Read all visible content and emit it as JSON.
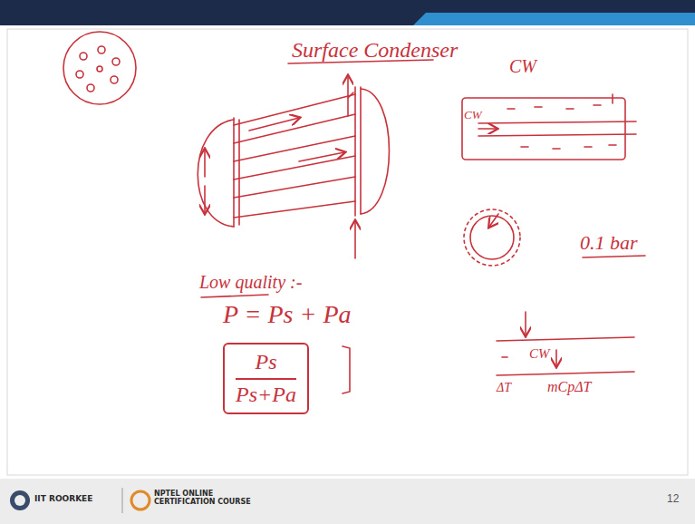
{
  "diagram": {
    "title": "Surface Condenser",
    "nodes": [
      {
        "text": [
          "Ps",
          "Ps+Pa"
        ]
      }
    ],
    "labels": [
      "CW",
      "CW",
      "0.1 bar",
      "Low quality :-",
      "P = Ps + Pa",
      "CW",
      "ΔT",
      "mCpΔT",
      "IIT ROORKEE",
      "NPTEL ONLINE CERTIFICATION COURSE",
      "12"
    ]
  }
}
